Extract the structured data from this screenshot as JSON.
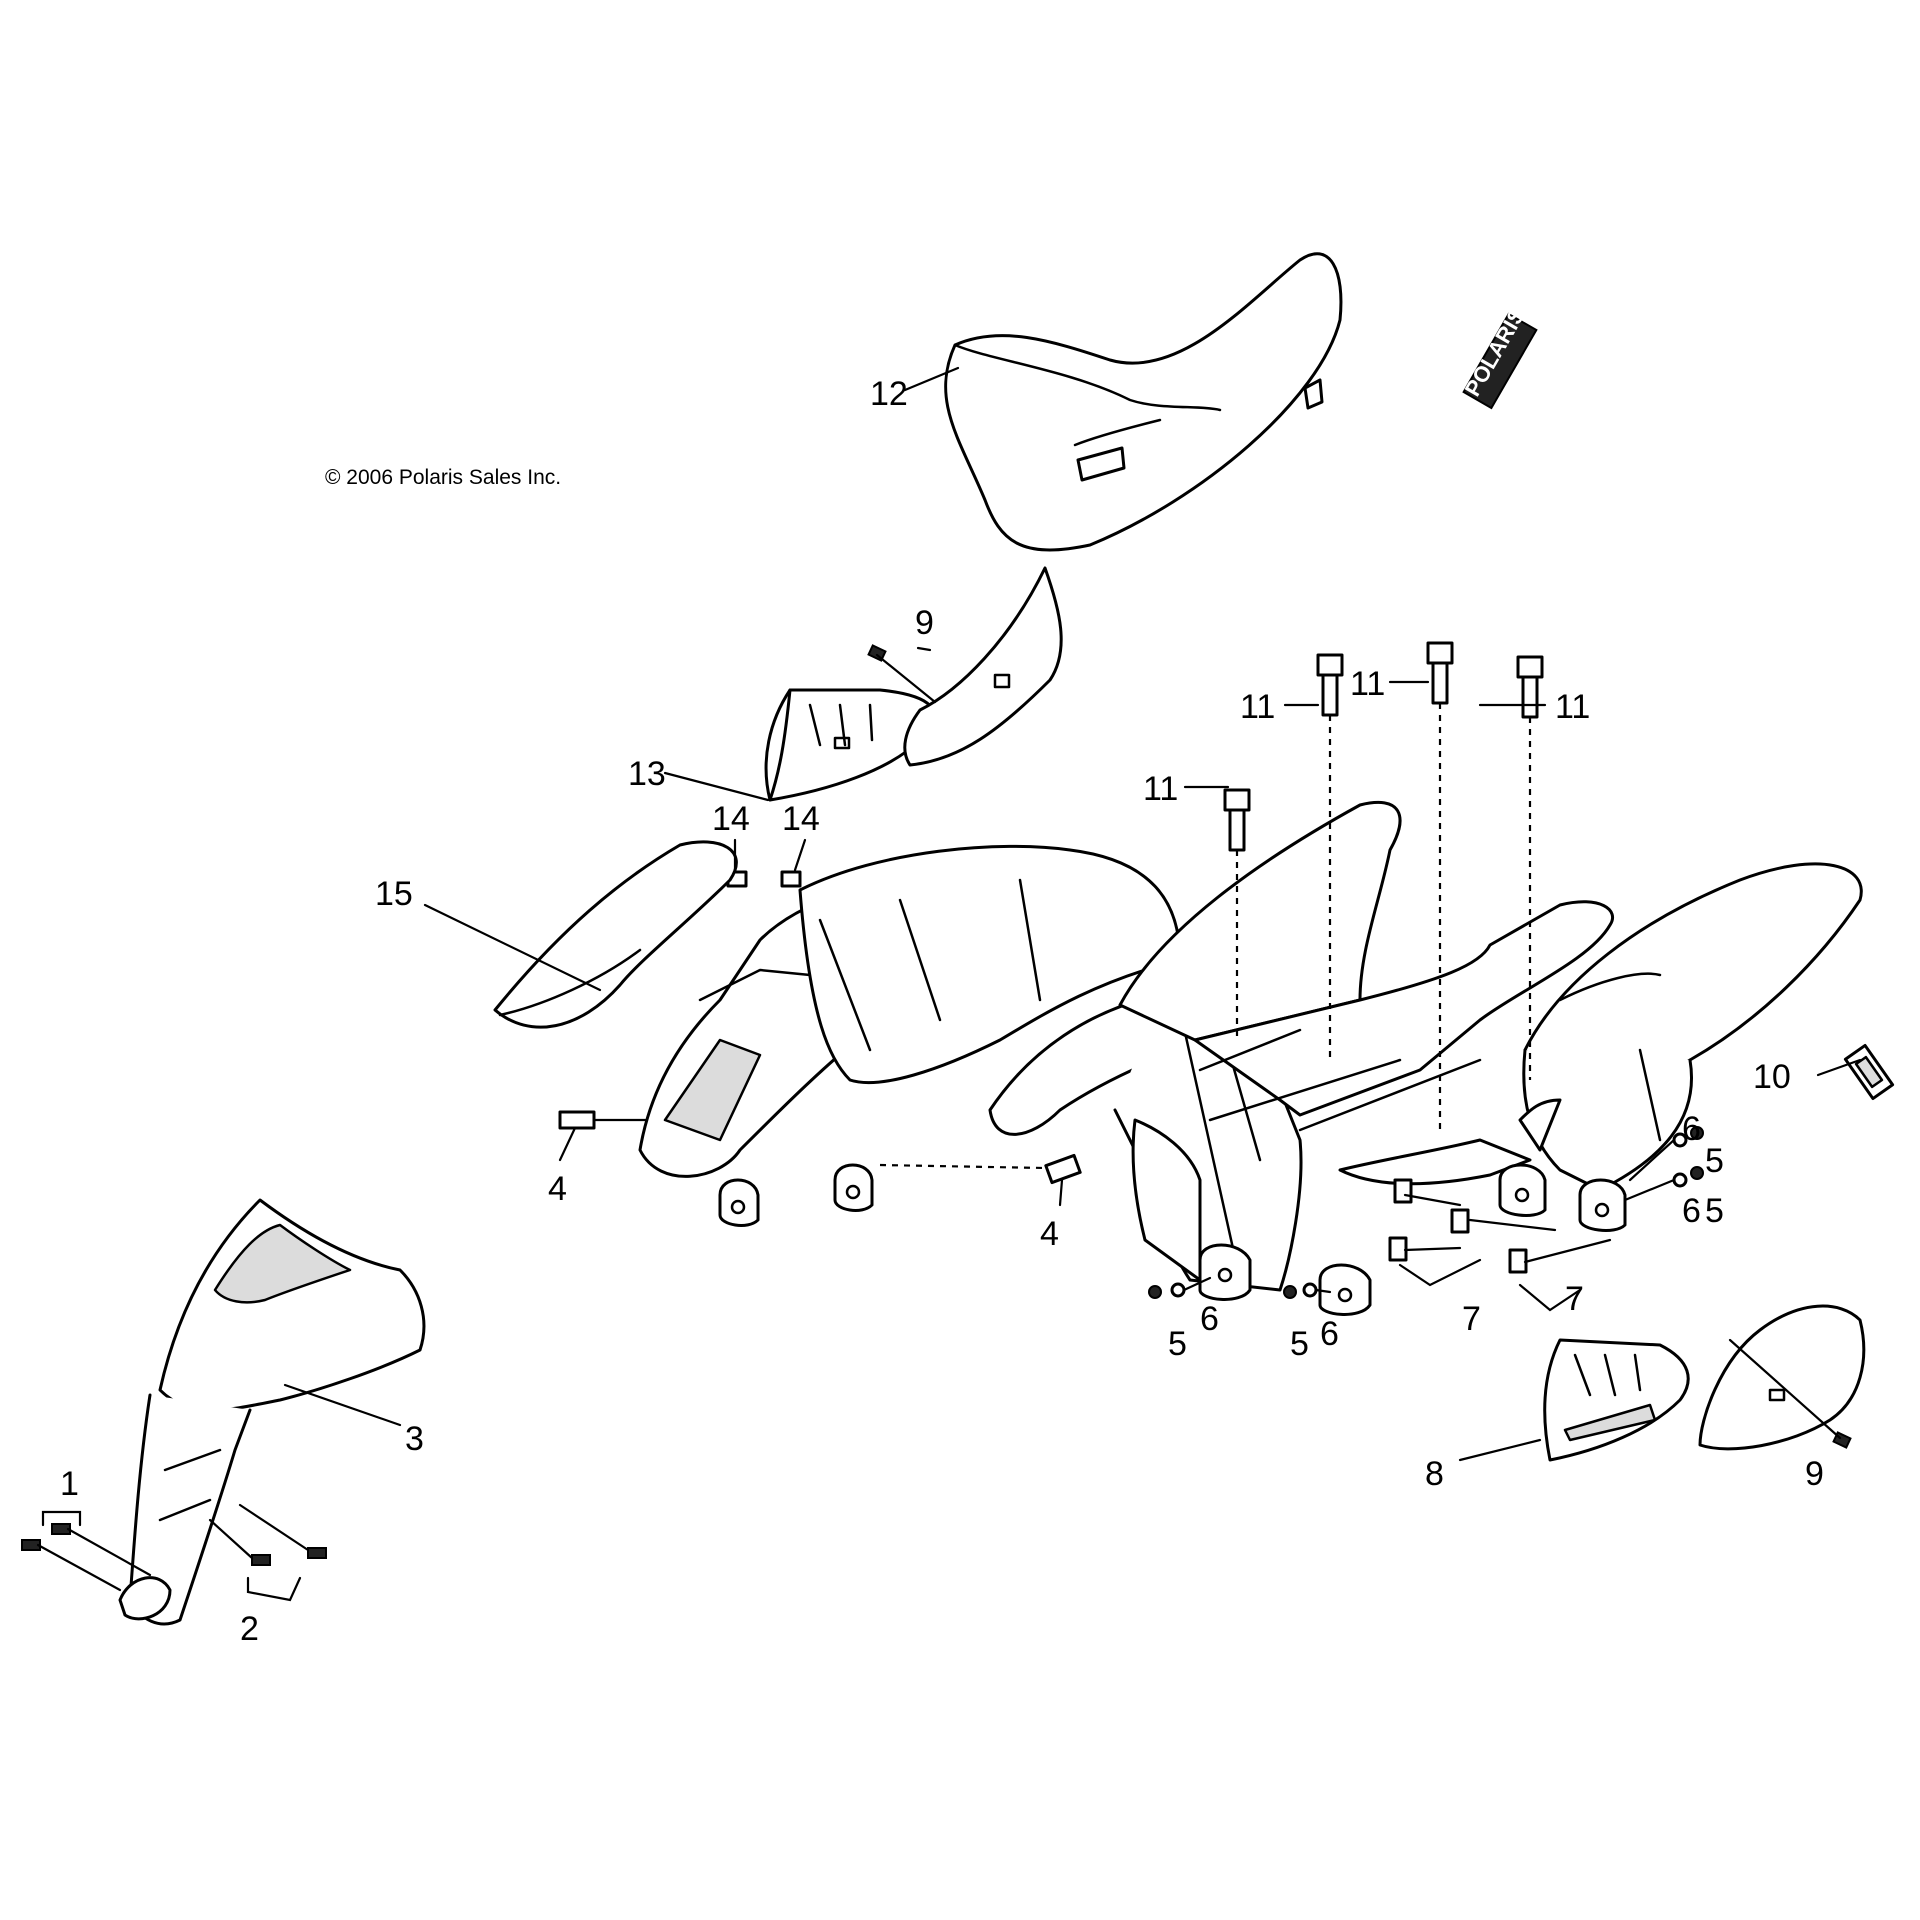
{
  "copyright": "© 2006 Polaris Sales Inc.",
  "seat_logo_text": "POLARIS",
  "callouts": [
    {
      "id": "c12",
      "label": "12"
    },
    {
      "id": "c9a",
      "label": "9"
    },
    {
      "id": "c13",
      "label": "13"
    },
    {
      "id": "c14a",
      "label": "14"
    },
    {
      "id": "c14b",
      "label": "14"
    },
    {
      "id": "c15",
      "label": "15"
    },
    {
      "id": "c11a",
      "label": "11"
    },
    {
      "id": "c11b",
      "label": "11"
    },
    {
      "id": "c11c",
      "label": "11"
    },
    {
      "id": "c11d",
      "label": "11"
    },
    {
      "id": "c10",
      "label": "10"
    },
    {
      "id": "c4a",
      "label": "4"
    },
    {
      "id": "c4b",
      "label": "4"
    },
    {
      "id": "c6a",
      "label": "6"
    },
    {
      "id": "c5a",
      "label": "5"
    },
    {
      "id": "c6b",
      "label": "6"
    },
    {
      "id": "c5b",
      "label": "5"
    },
    {
      "id": "c6c",
      "label": "6"
    },
    {
      "id": "c5c",
      "label": "5"
    },
    {
      "id": "c6d",
      "label": "6"
    },
    {
      "id": "c5d",
      "label": "5"
    },
    {
      "id": "c7a",
      "label": "7"
    },
    {
      "id": "c7b",
      "label": "7"
    },
    {
      "id": "c3",
      "label": "3"
    },
    {
      "id": "c1",
      "label": "1"
    },
    {
      "id": "c2",
      "label": "2"
    },
    {
      "id": "c8",
      "label": "8"
    },
    {
      "id": "c9b",
      "label": "9"
    }
  ]
}
